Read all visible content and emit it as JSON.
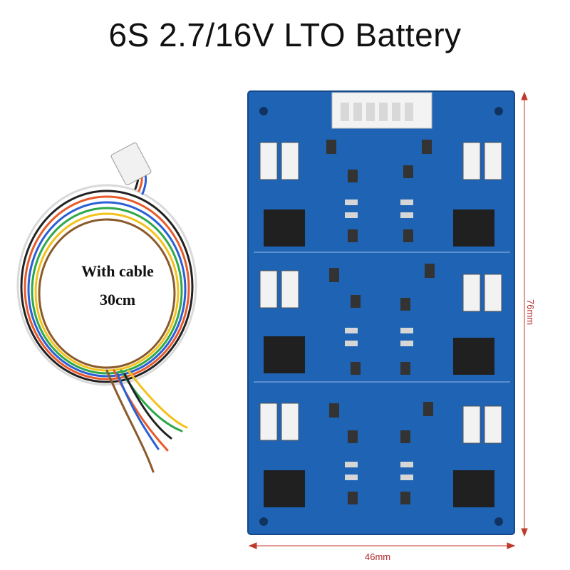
{
  "title": "6S 2.7/16V LTO Battery",
  "cable": {
    "line1": "With cable",
    "line2": "30cm"
  },
  "dimensions": {
    "height": "76mm",
    "width": "46mm"
  },
  "colors": {
    "pcb": "#1f63b4",
    "dimension_line": "#c0392b"
  }
}
